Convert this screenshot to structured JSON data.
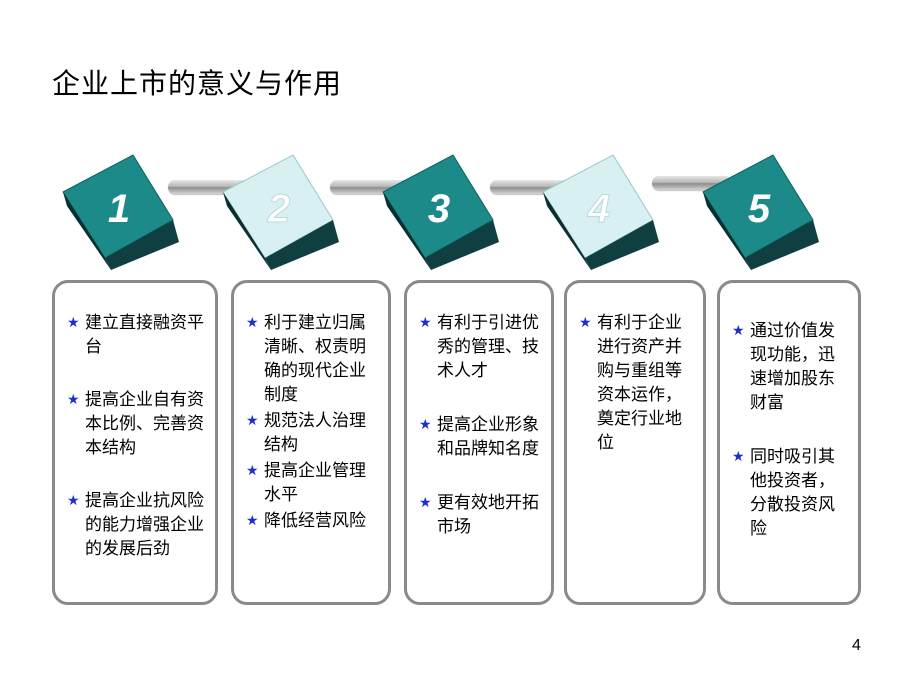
{
  "slide": {
    "title": "企业上市的意义与作用",
    "page_number": "4"
  },
  "steps": [
    {
      "number": "1",
      "style": "dark"
    },
    {
      "number": "2",
      "style": "light"
    },
    {
      "number": "3",
      "style": "dark"
    },
    {
      "number": "4",
      "style": "light"
    },
    {
      "number": "5",
      "style": "dark"
    }
  ],
  "colors": {
    "cube_dark": "#1d8a8a",
    "cube_light": "#d8f0f2",
    "cube_side": "#0f3f40",
    "bullet": "#1a2fd0",
    "card_border": "#8a8a8a"
  },
  "bullet_icon": "star-icon",
  "cards": [
    {
      "items": [
        "建立直接融资平台",
        "提高企业自有资本比例、完善资本结构",
        "提高企业抗风险的能力增强企业的发展后劲"
      ]
    },
    {
      "items": [
        "利于建立归属清晰、权责明确的现代企业制度",
        "规范法人治理结构",
        "提高企业管理水平",
        "降低经营风险"
      ]
    },
    {
      "items": [
        "有利于引进优秀的管理、技术人才",
        "提高企业形象和品牌知名度",
        "更有效地开拓市场"
      ]
    },
    {
      "items": [
        "有利于企业进行资产并购与重组等资本运作，奠定行业地位"
      ]
    },
    {
      "items": [
        "通过价值发现功能，迅速增加股东财富",
        "同时吸引其他投资者，分散投资风险"
      ]
    }
  ]
}
